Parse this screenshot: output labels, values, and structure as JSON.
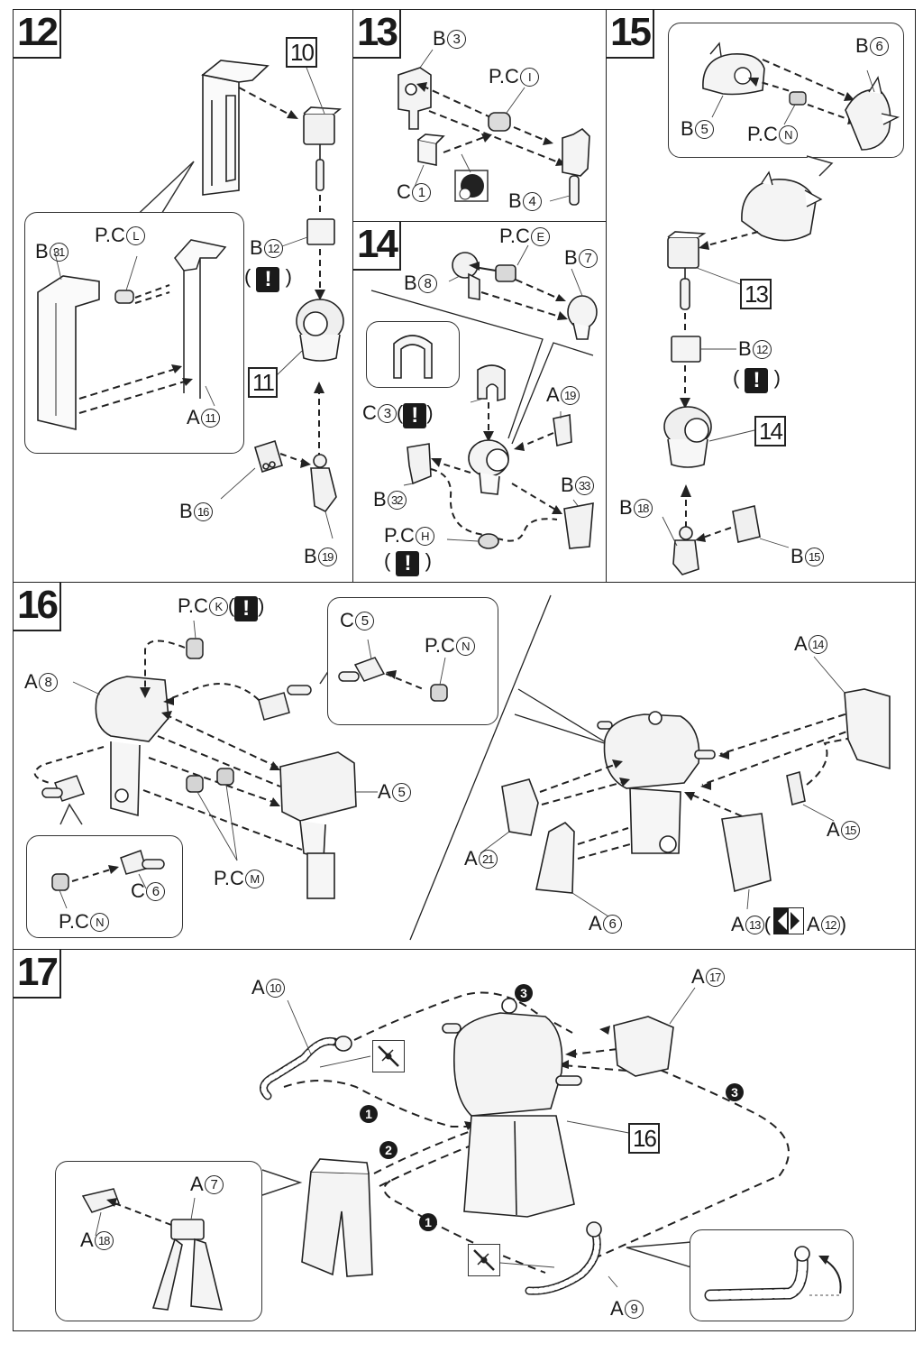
{
  "page": {
    "title": "Assembly instruction sheet, steps 12-17"
  },
  "steps": [
    {
      "number": "12",
      "labels": {
        "ref_10": "10",
        "ref_11": "11",
        "b31": {
          "letter": "B",
          "num": "31"
        },
        "pcl": {
          "letter": "P.C",
          "num": "L"
        },
        "b12": {
          "letter": "B",
          "num": "12"
        },
        "a11": {
          "letter": "A",
          "num": "11"
        },
        "b16": {
          "letter": "B",
          "num": "16"
        },
        "b19": {
          "letter": "B",
          "num": "19"
        }
      },
      "warning_mark": "!"
    },
    {
      "number": "13",
      "labels": {
        "b3": {
          "letter": "B",
          "num": "3"
        },
        "pci": {
          "letter": "P.C",
          "num": "I"
        },
        "c1": {
          "letter": "C",
          "num": "1"
        },
        "b4": {
          "letter": "B",
          "num": "4"
        }
      }
    },
    {
      "number": "14",
      "labels": {
        "pce": {
          "letter": "P.C",
          "num": "E"
        },
        "b7": {
          "letter": "B",
          "num": "7"
        },
        "b8": {
          "letter": "B",
          "num": "8"
        },
        "c3": {
          "letter": "C",
          "num": "3"
        },
        "a19": {
          "letter": "A",
          "num": "19"
        },
        "b32": {
          "letter": "B",
          "num": "32"
        },
        "b33": {
          "letter": "B",
          "num": "33"
        },
        "pch": {
          "letter": "P.C",
          "num": "H"
        }
      },
      "warning_mark": "!"
    },
    {
      "number": "15",
      "labels": {
        "b6": {
          "letter": "B",
          "num": "6"
        },
        "b5": {
          "letter": "B",
          "num": "5"
        },
        "pcn": {
          "letter": "P.C",
          "num": "N"
        },
        "ref_13": "13",
        "b12": {
          "letter": "B",
          "num": "12"
        },
        "ref_14": "14",
        "b18": {
          "letter": "B",
          "num": "18"
        },
        "b15": {
          "letter": "B",
          "num": "15"
        }
      },
      "warning_mark": "!"
    },
    {
      "number": "16",
      "labels": {
        "pck": {
          "letter": "P.C",
          "num": "K"
        },
        "c5": {
          "letter": "C",
          "num": "5"
        },
        "pcn_top": {
          "letter": "P.C",
          "num": "N"
        },
        "a8": {
          "letter": "A",
          "num": "8"
        },
        "a5": {
          "letter": "A",
          "num": "5"
        },
        "pcm": {
          "letter": "P.C",
          "num": "M"
        },
        "c6": {
          "letter": "C",
          "num": "6"
        },
        "pcn_bottom": {
          "letter": "P.C",
          "num": "N"
        },
        "a14": {
          "letter": "A",
          "num": "14"
        },
        "a15": {
          "letter": "A",
          "num": "15"
        },
        "a21": {
          "letter": "A",
          "num": "21"
        },
        "a6": {
          "letter": "A",
          "num": "6"
        },
        "a13": {
          "letter": "A",
          "num": "13"
        },
        "a12": {
          "letter": "A",
          "num": "12"
        }
      },
      "warning_mark": "!"
    },
    {
      "number": "17",
      "labels": {
        "a10": {
          "letter": "A",
          "num": "10"
        },
        "a17": {
          "letter": "A",
          "num": "17"
        },
        "ref_16": "16",
        "a7": {
          "letter": "A",
          "num": "7"
        },
        "a18": {
          "letter": "A",
          "num": "18"
        },
        "a9": {
          "letter": "A",
          "num": "9"
        }
      },
      "sequence_markers": [
        "1",
        "2",
        "3",
        "1",
        "3"
      ]
    }
  ],
  "icons": {
    "warning": "exclamation-warning-icon",
    "flip_side": "mirror-pair-icon",
    "cut": "nippers-cut-icon",
    "sticker": "round-seal-icon"
  }
}
